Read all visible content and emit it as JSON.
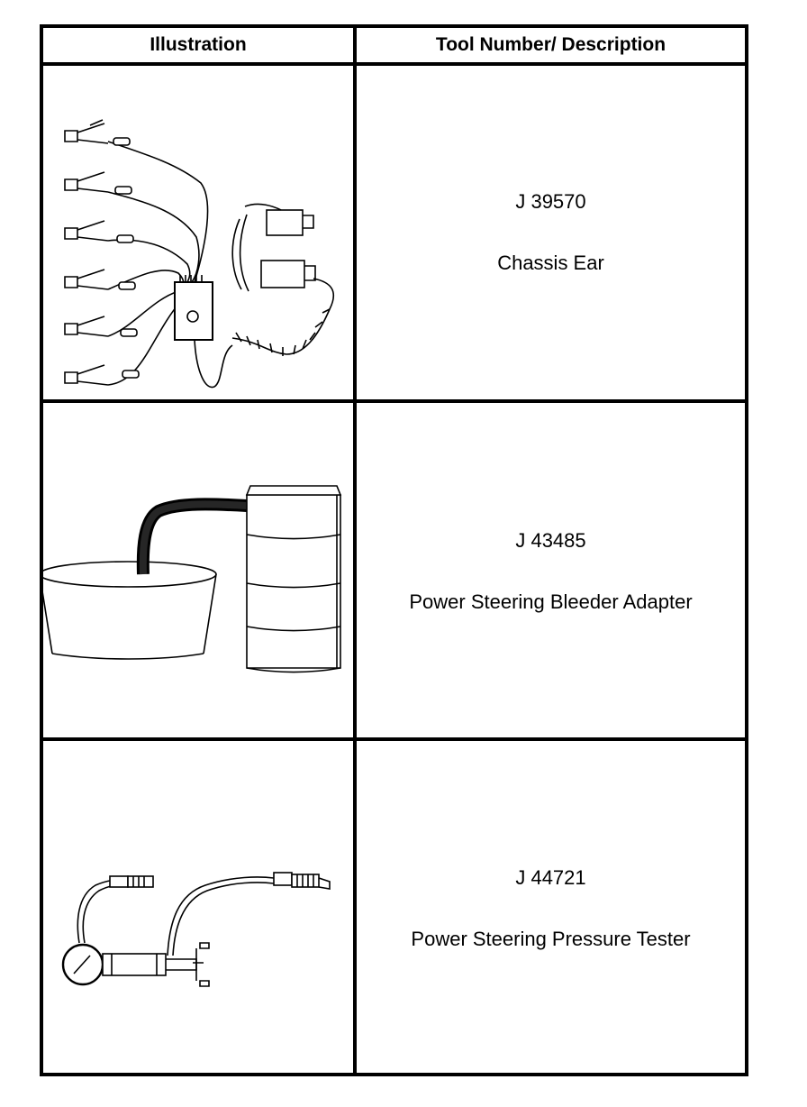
{
  "headers": {
    "illustration": "Illustration",
    "description": "Tool Number/ Description"
  },
  "rows": [
    {
      "number": "J 39570",
      "name": "Chassis Ear",
      "icon": "chassis-ear-tool-icon"
    },
    {
      "number": "J 43485",
      "name": "Power Steering Bleeder Adapter",
      "icon": "bleeder-adapter-tool-icon"
    },
    {
      "number": "J 44721",
      "name": "Power Steering Pressure Tester",
      "icon": "pressure-tester-tool-icon"
    }
  ]
}
